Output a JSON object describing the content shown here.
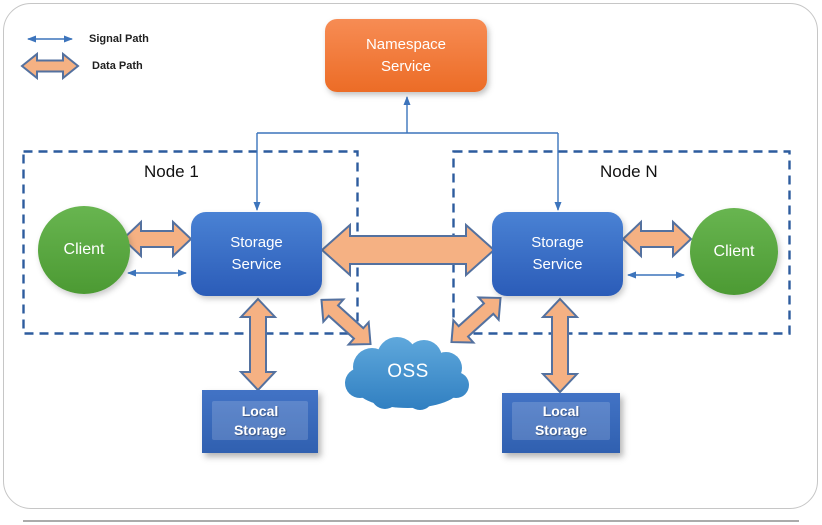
{
  "legend": {
    "items": [
      {
        "label": "Signal Path"
      },
      {
        "label": "Data Path"
      }
    ]
  },
  "namespace_service": {
    "label": "Namespace Service"
  },
  "oss": {
    "label": "OSS"
  },
  "nodes": [
    {
      "label": "Node 1",
      "client_label": "Client",
      "storage_label": "Storage Service",
      "local_storage_label": "Local Storage"
    },
    {
      "label": "Node N",
      "client_label": "Client",
      "storage_label": "Storage Service",
      "local_storage_label": "Local Storage"
    }
  ],
  "colors": {
    "orange-light": "#F78C54",
    "orange-dark": "#EC6C26",
    "blue-light": "#4A82D4",
    "blue-dark": "#2B5CB8",
    "green-light": "#68B550",
    "green-dark": "#4C9A33",
    "cloud-light": "#5FA8DC",
    "cloud-dark": "#2F7EC0",
    "arrow-fill": "#F5B183",
    "arrow-stroke": "#54719F",
    "signal-blue": "#3C74BC",
    "dash-blue": "#2D5C9E",
    "local-light": "#4273C5",
    "local-dark": "#3060B0"
  }
}
